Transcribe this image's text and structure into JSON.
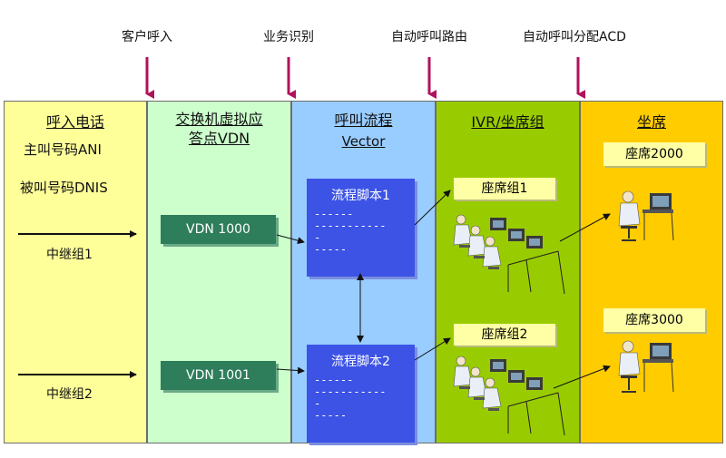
{
  "top_labels": {
    "customer_call_in": "客户呼入",
    "service_identify": "业务识别",
    "auto_routing": "自动呼叫路由",
    "auto_acd": "自动呼叫分配ACD"
  },
  "columns": {
    "incoming": {
      "title": "呼入电话",
      "ani": "主叫号码ANI",
      "dnis": "被叫号码DNIS",
      "trunk1": "中继组1",
      "trunk2": "中继组2",
      "bg_color": "#ffff99"
    },
    "vdn": {
      "title_line1": "交换机虚拟应",
      "title_line2": "答点VDN",
      "vdn1": "VDN 1000",
      "vdn2": "VDN 1001",
      "bg_color": "#ccffcc"
    },
    "flow": {
      "title": "呼叫流程",
      "subtitle": "Vector",
      "script1_title": "流程脚本1",
      "script2_title": "流程脚本2",
      "bg_color": "#99ccff"
    },
    "ivr": {
      "title": "IVR/坐席组",
      "group1": "座席组1",
      "group2": "座席组2",
      "bg_color": "#99cc00"
    },
    "agents": {
      "title": "坐席",
      "agent1": "座席2000",
      "agent2": "座席3000",
      "bg_color": "#ffcc00"
    }
  },
  "colors": {
    "marker_arrow": "#b0125b",
    "vdn_box": "#2e7d5b",
    "script_box": "#3c53e6"
  },
  "icons": [
    "operator-group-illustration",
    "single-operator-illustration"
  ]
}
